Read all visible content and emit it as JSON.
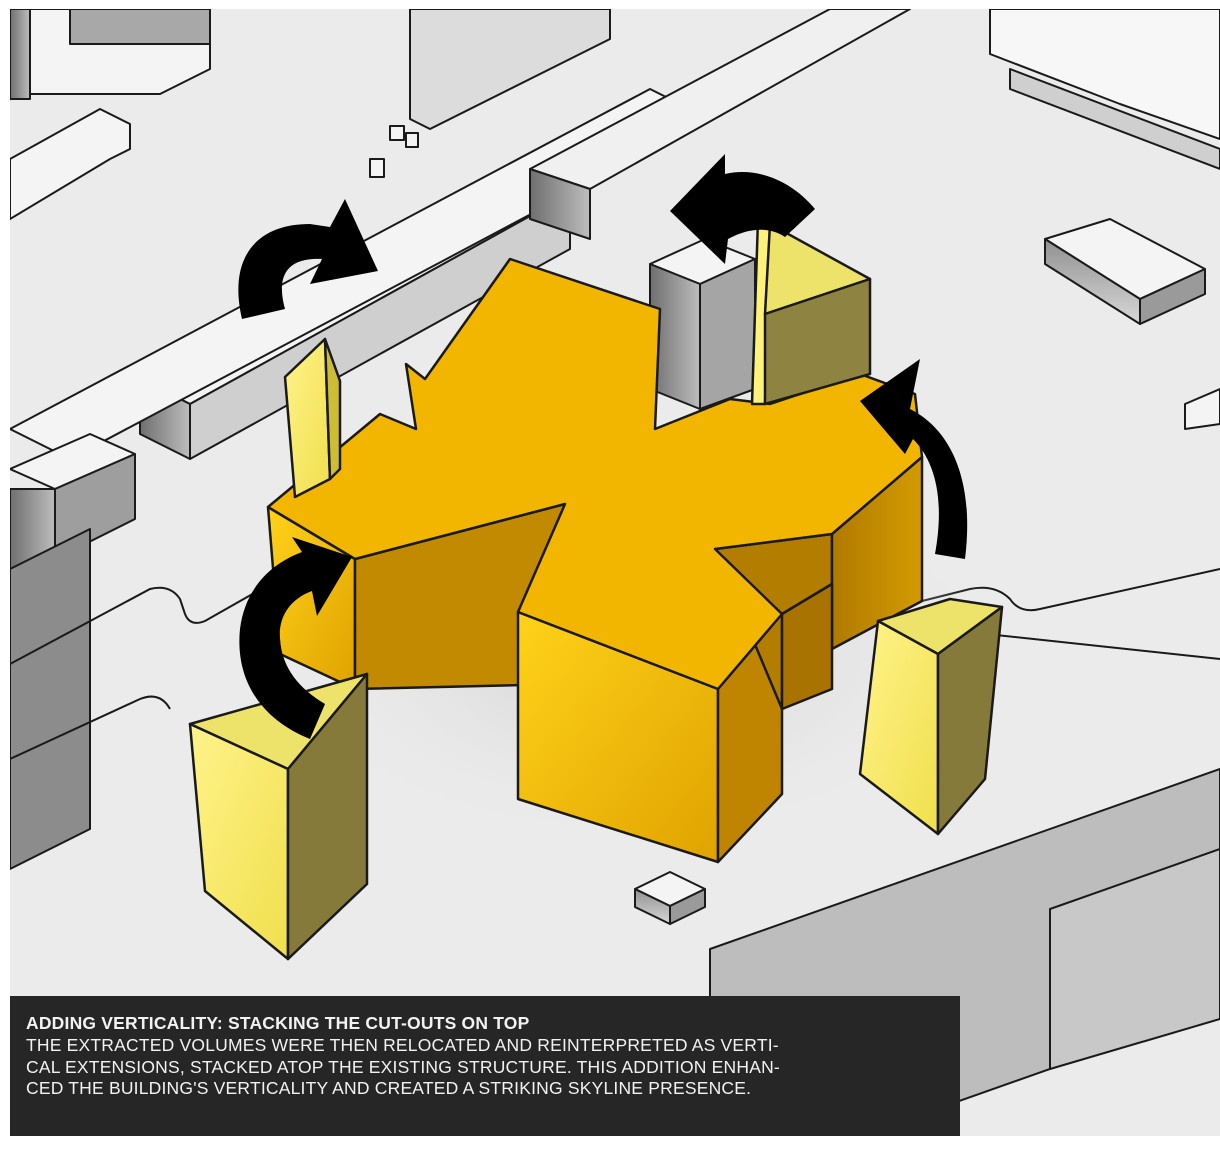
{
  "caption": {
    "title": "ADDING VERTICALITY: STACKING THE CUT-OUTS ON TOP",
    "lines": [
      "THE EXTRACTED VOLUMES WERE THEN RELOCATED AND REINTERPRETED AS VERTI-",
      "CAL EXTENSIONS, STACKED ATOP THE EXISTING STRUCTURE. THIS ADDITION ENHAN-",
      "CED THE BUILDING'S VERTICALITY AND CREATED A STRIKING SKYLINE PRESENCE."
    ]
  },
  "colors": {
    "ground": "#ebebeb",
    "context_light": "#f4f4f4",
    "context_mid": "#b5b5b5",
    "context_dark": "#7d7d7d",
    "main_top": "#f2b600",
    "main_side": "#c78f00",
    "main_front": "#f7c200",
    "cutout_top": "#ede36a",
    "cutout_side": "#857a3a",
    "cutout_front": "#fff27a",
    "arrow": "#000000",
    "caption_bg": "#262626",
    "caption_text": "#f2f2f2"
  },
  "icons": {
    "arrow": "curved-arrow-icon"
  }
}
